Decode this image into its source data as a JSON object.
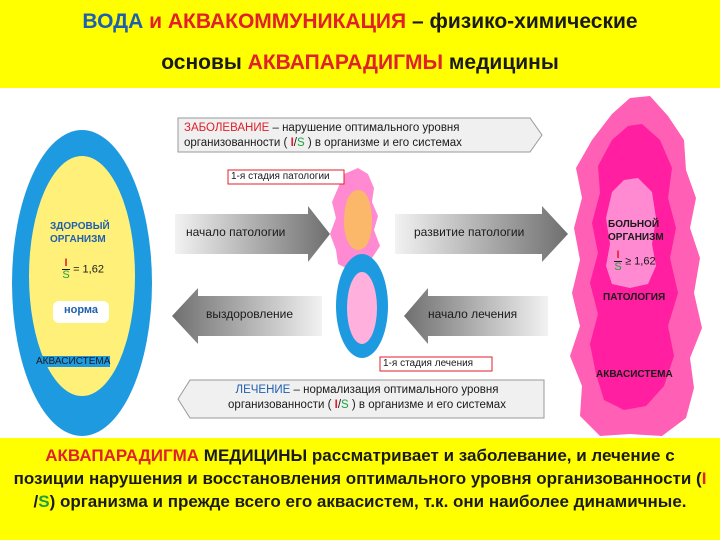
{
  "title": {
    "line1_part1": "ВОДА",
    "line1_part2": "и",
    "line1_part3": "АКВАКОММУНИКАЦИЯ",
    "line1_part4": "– физико-химические",
    "line2_part1": "основы",
    "line2_part2": "АКВАПАРАДИГМЫ",
    "line2_part3": "медицины"
  },
  "disease_box": {
    "term": "ЗАБОЛЕВАНИЕ",
    "line1_rest": " – нарушение оптимального уровня",
    "line2_a": "организованности ( ",
    "I": "I",
    "slash": "/",
    "S": "S",
    "line2_b": " ) в организме и его системах"
  },
  "treatment_box": {
    "term": "ЛЕЧЕНИЕ",
    "line1_rest": " – нормализация оптимального уровня",
    "line2_a": "организованности ( ",
    "I": "I",
    "slash": "/",
    "S": "S",
    "line2_b": " ) в организме и его системах"
  },
  "stage_pathology": "1-я стадия патологии",
  "stage_treatment": "1-я стадия лечения",
  "arrows": {
    "pathology_start": "начало патологии",
    "pathology_development": "развитие патологии",
    "recovery": "выздоровление",
    "treatment_start": "начало лечения"
  },
  "healthy": {
    "title_l1": "ЗДОРОВЫЙ",
    "title_l2": "ОРГАНИЗМ",
    "frac_num": "I",
    "frac_den": "S",
    "relation": "= 1,62",
    "norm": "норма",
    "aquasystem": "АКВАСИСТЕМА"
  },
  "sick": {
    "title_l1": "БОЛЬНОЙ",
    "title_l2": "ОРГАНИЗМ",
    "frac_num": "I",
    "frac_den": "S",
    "relation": "≥ 1,62",
    "pathology": "ПАТОЛОГИЯ",
    "aquasystem": "АКВАСИСТЕМА"
  },
  "bottom": {
    "term": "АКВАПАРАДИГМА",
    "text1": " МЕДИЦИНЫ рассматривает и заболевание, и лечение с позиции нарушения и восстановления оптимального уровня организованности (",
    "I": "I",
    "slash": " /",
    "S": "S",
    "text2": ") организма и прежде всего его аквасистем, т.к. они наиболее динамичные."
  },
  "colors": {
    "band": "#ffff00",
    "healthy_outer": "#1e9be0",
    "healthy_inner": "#fff07a",
    "healthy_core": "#ffffff",
    "sick_outer": "#ff5fb4",
    "sick_mid": "#ff1fa0",
    "sick_core": "#ff8ad2",
    "arrow_dark": "#6f6f6f",
    "arrow_light": "#d7d7d7",
    "term_red": "#e0202a",
    "term_blue": "#1f5fb0",
    "I_color": "#e0202a",
    "S_color": "#1fa040"
  }
}
